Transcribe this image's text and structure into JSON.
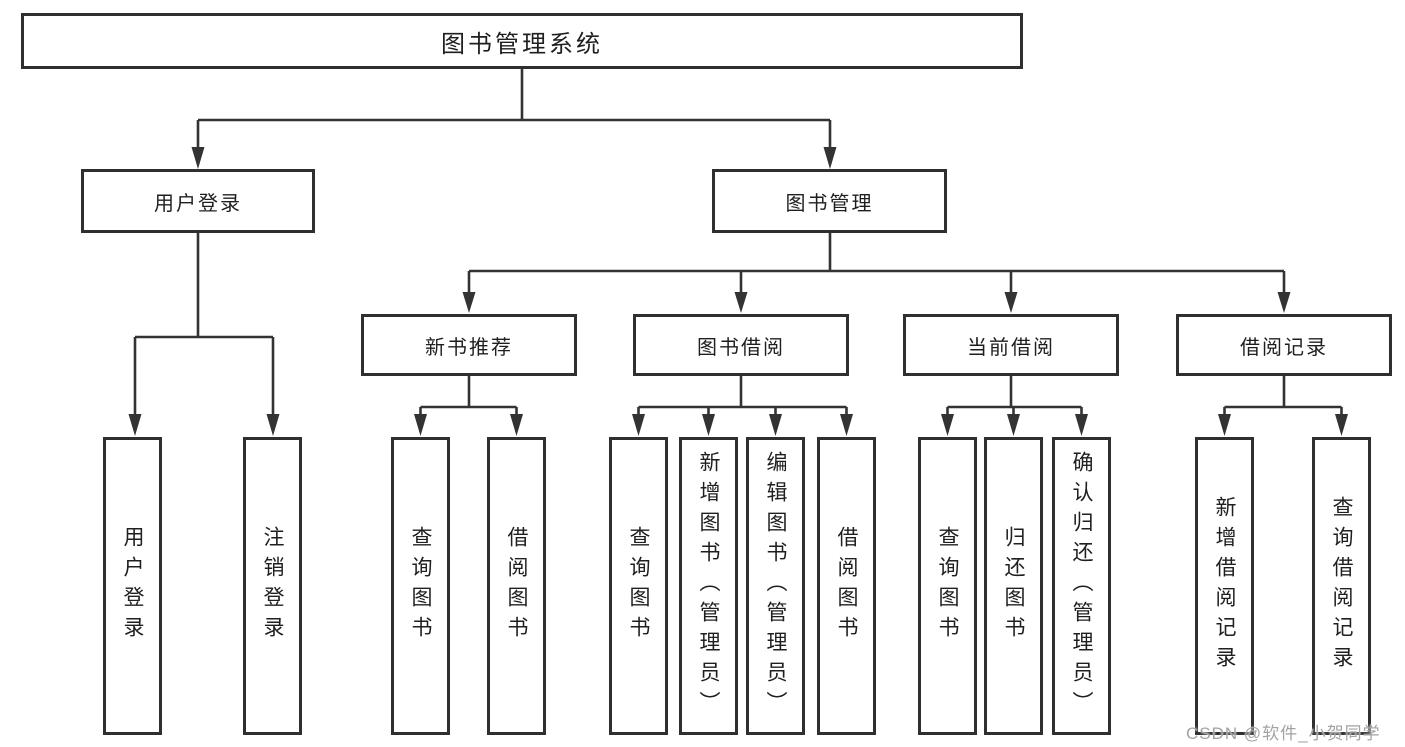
{
  "diagram": {
    "type": "hierarchy-tree",
    "root": {
      "label": "图书管理系统"
    },
    "children": [
      {
        "label": "用户登录",
        "children": [
          {
            "label": "用户登录"
          },
          {
            "label": "注销登录"
          }
        ]
      },
      {
        "label": "图书管理",
        "children": [
          {
            "label": "新书推荐",
            "children": [
              {
                "label": "查询图书"
              },
              {
                "label": "借阅图书"
              }
            ]
          },
          {
            "label": "图书借阅",
            "children": [
              {
                "label": "查询图书"
              },
              {
                "label": "新增图书（管理员）"
              },
              {
                "label": "编辑图书（管理员）"
              },
              {
                "label": "借阅图书"
              }
            ]
          },
          {
            "label": "当前借阅",
            "children": [
              {
                "label": "查询图书"
              },
              {
                "label": "归还图书"
              },
              {
                "label": "确认归还（管理员）"
              }
            ]
          },
          {
            "label": "借阅记录",
            "children": [
              {
                "label": "新增借阅记录"
              },
              {
                "label": "查询借阅记录"
              }
            ]
          }
        ]
      }
    ]
  },
  "colors": {
    "box_border": "#2f2f2f",
    "connector_line": "#333333",
    "text": "#1f1f1f",
    "background": "#ffffff",
    "watermark": "#a3a3a3"
  },
  "watermark": {
    "text": "CSDN @软件_小贺同学"
  }
}
